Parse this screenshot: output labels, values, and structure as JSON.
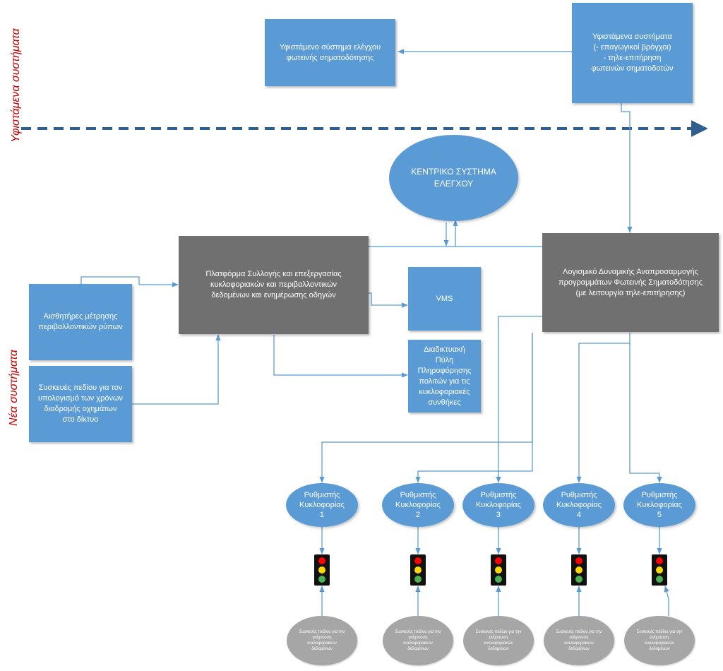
{
  "side_labels": {
    "existing": "Υφιστάμενα συστήματα",
    "new": "Νέα συστήματα"
  },
  "boxes": {
    "existing_control": "Υφιστάμενο σύστημα ελέγχου\nφωτεινής σηματοδότησης",
    "existing_systems": "Υφιστάμενα συστήματα\n(- επαγωγικοί βρόγχοι)\n- τηλε-επιτήρηση\nφωτεινών σηματοδοτών",
    "platform": "Πλατφόρμα Συλλογής και επεξεργασίας\nκυκλοφοριακών και περιβαλλοντικών\nδεδομένων και ενημέρωσης οδηγών",
    "sensors": "Αισθητήρες μέτρησης\nπεριβαλλοντικών ρύπων",
    "field_devices": "Συσκευές πεδίου για τον\nυπολογισμό των χρόνων\nδιαδρομής οχημάτων\nστο δίκτυο",
    "vms": "VMS",
    "portal": "Διαδικτυακή\nΠύλη\nΠληροφόρησης\nπολιτών για τις\nκυκλοφοριακές\nσυνθήκες",
    "software": "Λογισμικό Δυναμικής Αναπροσαρμογής\nπρογραμμάτων Φωτεινής Σηματοδότησης\n(με λειτουργία τηλε-επιτήρησης)"
  },
  "central": "ΚΕΝΤΡΙΚΟ ΣΥΣΤΗΜΑ\nΕΛΕΓΧΟΥ",
  "controllers": [
    {
      "label": "Ρυθμιστής\nΚυκλοφορίας\n1",
      "device": "Συσκευές πεδίου για την\nανίχνευση\nκυκλοφοριακών\nδεδομένων"
    },
    {
      "label": "Ρυθμιστής\nΚυκλοφορίας\n2",
      "device": "Συσκευές πεδίου για την\nανίχνευση\nκυκλοφοριακών\nδεδομένων"
    },
    {
      "label": "Ρυθμιστής\nΚυκλοφορίας\n3",
      "device": "Συσκευές πεδίου για την\nανίχνευση\nκυκλοφοριακών\nδεδομένων"
    },
    {
      "label": "Ρυθμιστής\nΚυκλοφορίας\n4",
      "device": "Συσκευές πεδίου για την\nανίχνευση\nκυκλοφοριακών\nδεδομένων"
    },
    {
      "label": "Ρυθμιστής\nΚυκλοφορίας\n5",
      "device": "Συσκευές πεδίου για την\nανίχνευση\nκυκλοφοριακών\nδεδομένων"
    }
  ],
  "colors": {
    "box": "#5b9bd5",
    "dark_box": "#707070",
    "line": "#5b9bd5",
    "dashed": "#2e5f8e",
    "device": "#a6a6a6",
    "side_label": "#c00000",
    "light_red": "#ff0000",
    "light_yellow": "#ffd700",
    "light_green": "#4caf50"
  }
}
